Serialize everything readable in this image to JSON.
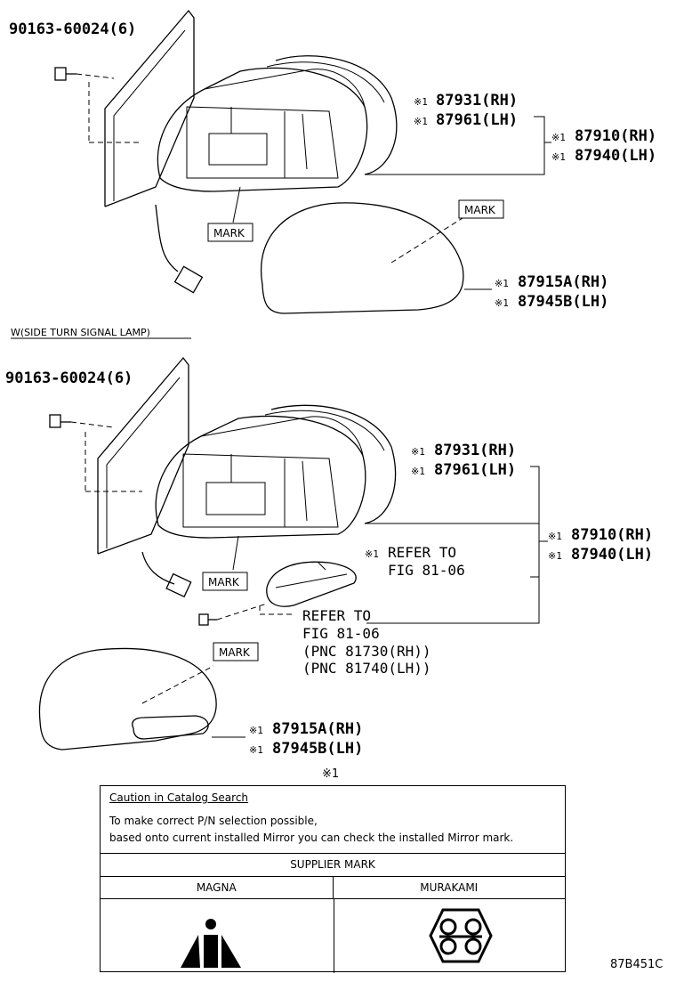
{
  "top": {
    "screw": "90163-60024(6)",
    "cover": {
      "rh": "87931(RH)",
      "lh": "87961(LH)"
    },
    "assy": {
      "rh": "87910(RH)",
      "lh": "87940(LH)"
    },
    "glass": {
      "rh": "87915A(RH)",
      "lh": "87945B(LH)"
    },
    "mark1": "MARK",
    "mark2": "MARK"
  },
  "section_label": "W(SIDE TURN SIGNAL LAMP)",
  "bottom": {
    "screw": "90163-60024(6)",
    "cover": {
      "rh": "87931(RH)",
      "lh": "87961(LH)"
    },
    "assy": {
      "rh": "87910(RH)",
      "lh": "87940(LH)"
    },
    "glass": {
      "rh": "87915A(RH)",
      "lh": "87945B(LH)"
    },
    "mark1": "MARK",
    "mark2": "MARK",
    "refer1": {
      "l1": "REFER TO",
      "l2": "FIG 81-06"
    },
    "refer2": {
      "l1": "REFER TO",
      "l2": "FIG 81-06",
      "l3": "(PNC 81730(RH))",
      "l4": "(PNC 81740(LH))"
    }
  },
  "note_symbol": "※1",
  "ref_symbol": "※1",
  "caution": {
    "title": "Caution in Catalog Search",
    "line1": "To make correct P/N selection possible,",
    "line2": "based onto current installed Mirror you can check the installed Mirror mark.",
    "supplier_header": "SUPPLIER MARK",
    "col1": "MAGNA",
    "col2": "MURAKAMI"
  },
  "figure_code": "87B451C"
}
